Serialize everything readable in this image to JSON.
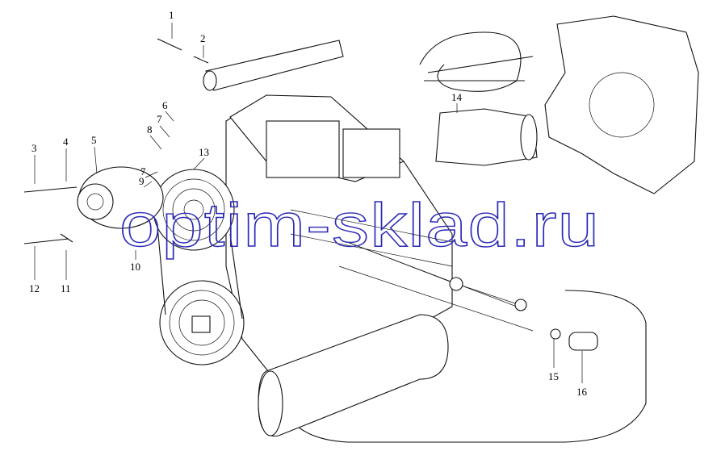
{
  "watermark": "optim-sklad.ru",
  "callouts": [
    {
      "id": "c1",
      "label": "1"
    },
    {
      "id": "c2",
      "label": "2"
    },
    {
      "id": "c3",
      "label": "3"
    },
    {
      "id": "c4",
      "label": "4"
    },
    {
      "id": "c5",
      "label": "5"
    },
    {
      "id": "c6",
      "label": "6"
    },
    {
      "id": "c7a",
      "label": "7"
    },
    {
      "id": "c8",
      "label": "8"
    },
    {
      "id": "c7b",
      "label": "7"
    },
    {
      "id": "c9",
      "label": "9"
    },
    {
      "id": "c13",
      "label": "13"
    },
    {
      "id": "c14",
      "label": "14"
    },
    {
      "id": "c10",
      "label": "10"
    },
    {
      "id": "c12",
      "label": "12"
    },
    {
      "id": "c11",
      "label": "11"
    },
    {
      "id": "c15",
      "label": "15"
    },
    {
      "id": "c16",
      "label": "16"
    }
  ]
}
